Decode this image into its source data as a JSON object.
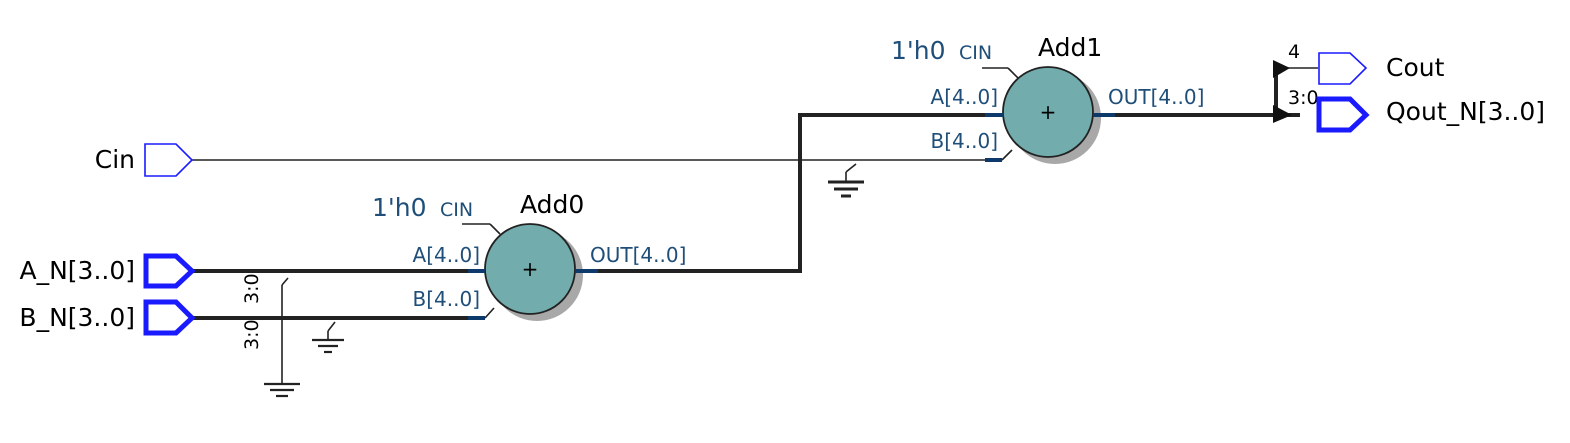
{
  "inputs": {
    "cin": "Cin",
    "a": "A_N[3..0]",
    "b": "B_N[3..0]"
  },
  "outputs": {
    "cout": "Cout",
    "qout": "Qout_N[3..0]"
  },
  "add0": {
    "name": "Add0",
    "op": "+",
    "cin_value": "1'h0",
    "cin_label": "CIN",
    "pin_a": "A[4..0]",
    "pin_b": "B[4..0]",
    "pin_out": "OUT[4..0]"
  },
  "add1": {
    "name": "Add1",
    "op": "+",
    "cin_value": "1'h0",
    "cin_label": "CIN",
    "pin_a": "A[4..0]",
    "pin_b": "B[4..0]",
    "pin_out": "OUT[4..0]"
  },
  "slices": {
    "a_slice": "3:0",
    "b_slice": "3:0",
    "cout_bit": "4",
    "qout_slice": "3:0"
  },
  "colors": {
    "port_bus": "#1a1aff",
    "port_single": "#1a1aff",
    "adder_fill": "#73acac",
    "pin_text": "#1f4e79"
  }
}
